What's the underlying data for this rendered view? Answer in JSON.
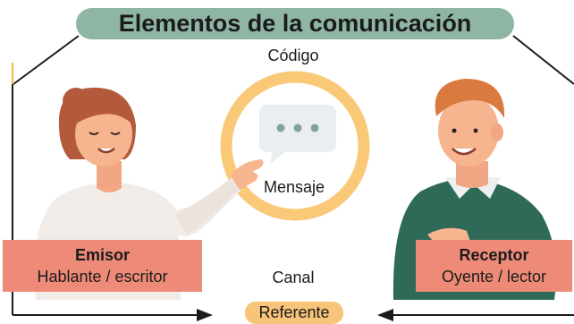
{
  "title": "Elementos de la comunicación",
  "code_label": "Código",
  "message_label": "Mensaje",
  "channel_label": "Canal",
  "referent_label": "Referente",
  "sender": {
    "name": "Emisor",
    "description": "Hablante / escritor"
  },
  "receiver": {
    "name": "Receptor",
    "description": "Oyente / lector"
  },
  "colors": {
    "title_bg": "#8fb5a4",
    "role_box_bg": "#ee8b78",
    "code_ring": "#f9c978",
    "referent_bg": "#f7c47a",
    "bubble": "#e9eef0",
    "bubble_dots": "#7fa595"
  }
}
